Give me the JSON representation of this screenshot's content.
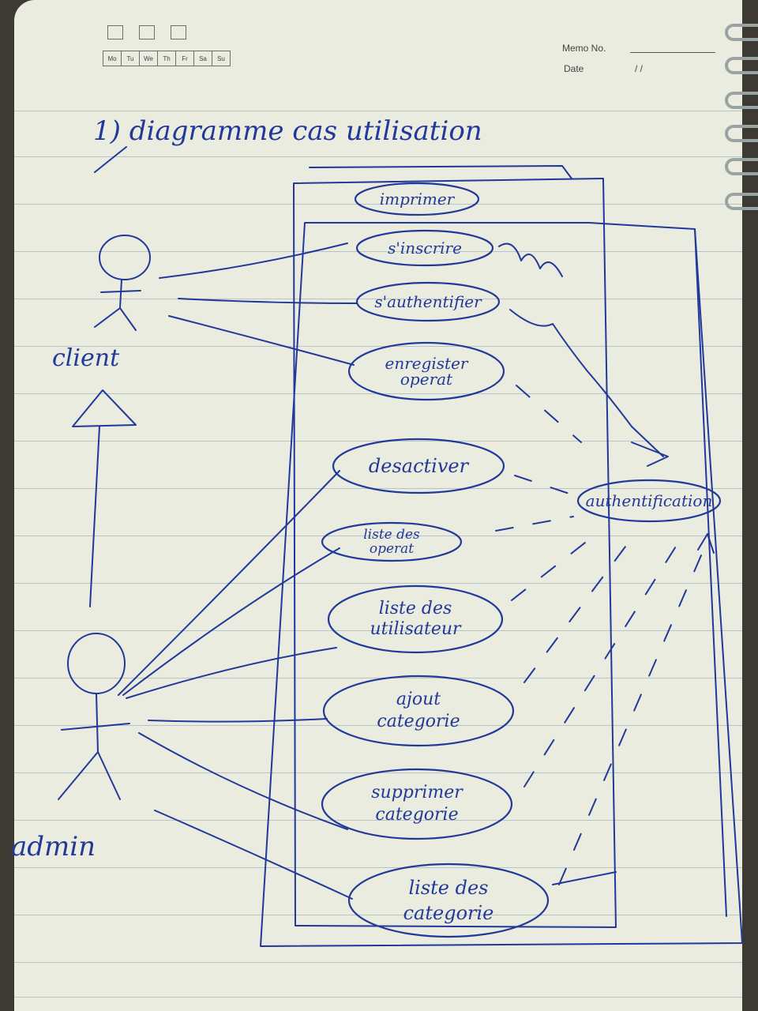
{
  "notebook": {
    "days": [
      "Mo",
      "Tu",
      "We",
      "Th",
      "Fr",
      "Sa",
      "Su"
    ],
    "memo_label": "Memo No.",
    "date_label": "Date",
    "date_slashes": "/          /",
    "weather_icons": [
      "sun-icon",
      "cloud-icon",
      "umbrella-icon"
    ]
  },
  "diagram": {
    "title": "1)  diagramme  cas  utilisation",
    "actors": {
      "client": "client",
      "admin": "admin"
    },
    "use_cases": {
      "imprimer": "imprimer",
      "inscrire": "s'inscrire",
      "authentifier": "s'authentifier",
      "enregistrer": "enregister\noperat",
      "desactiver": "desactiver",
      "liste_operat": "liste des\noperat",
      "liste_utilisateur": "liste des\nutilisateur",
      "ajout_categorie": "ajout\ncategorie",
      "supprimer_categorie": "supprimer\ncategorie",
      "liste_categorie": "liste des\ncategorie",
      "authentification": "authentification"
    },
    "ink_color": "#22389a"
  }
}
